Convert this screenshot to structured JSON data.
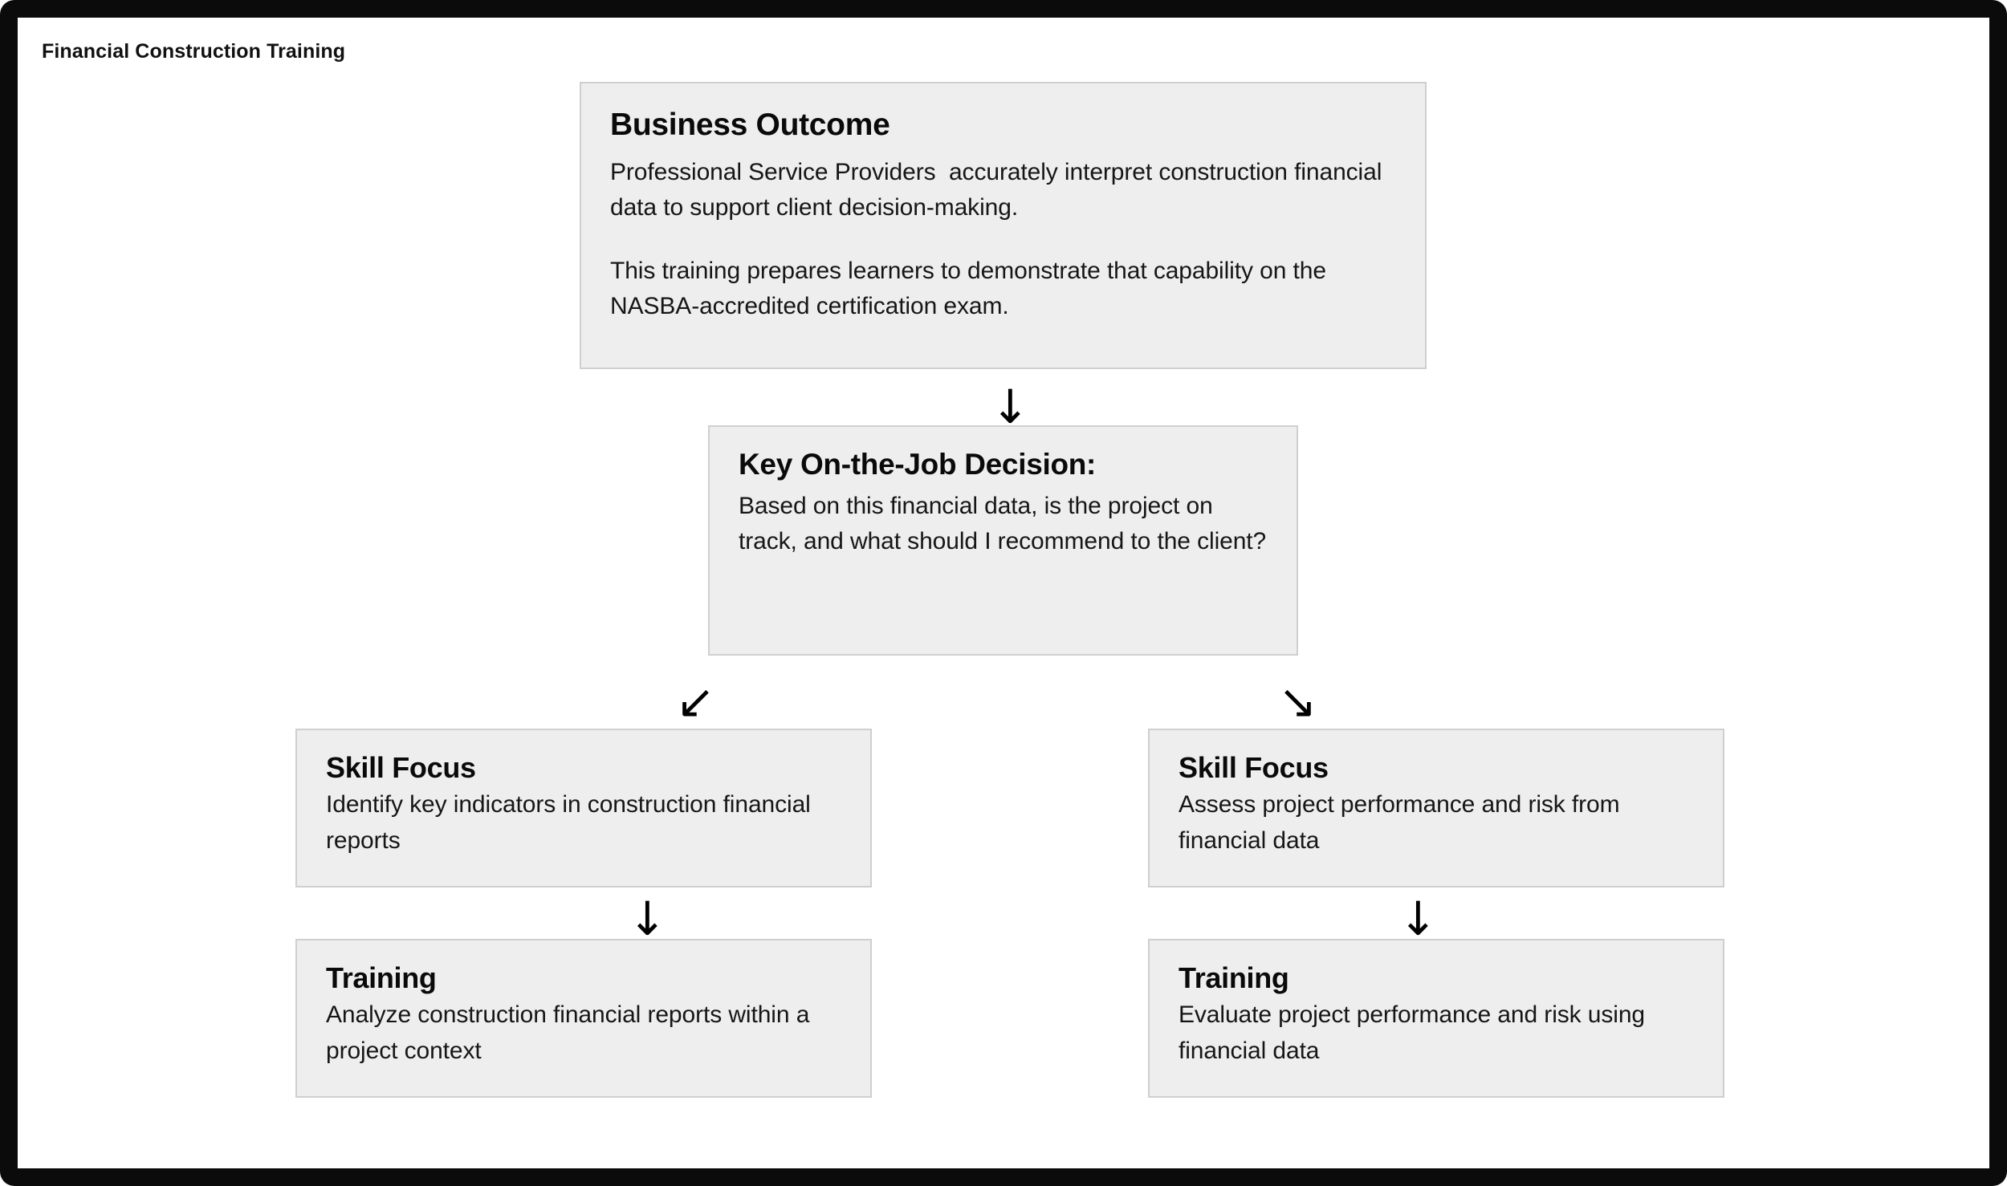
{
  "diagram": {
    "title": "Financial Construction Training",
    "background_color": "#ffffff",
    "frame_color": "#0b0b0b",
    "node_fill_color": "#eeeeee",
    "node_border_color": "#cfcfcf",
    "text_color": "#111111"
  },
  "nodes": {
    "business_outcome": {
      "title": "Business Outcome",
      "paragraph_1": "Professional Service Providers  accurately interpret construction financial data to support client decision-making.",
      "paragraph_2": "This training prepares learners to demonstrate that capability on the NASBA-accredited certification exam."
    },
    "key_decision": {
      "title": "Key On-the-Job Decision:",
      "body": "Based on this financial data, is the project on track, and what should I recommend to the client?"
    },
    "skill_focus_left": {
      "title": "Skill Focus",
      "body": "Identify key indicators in construction financial reports"
    },
    "skill_focus_right": {
      "title": "Skill Focus",
      "body": "Assess project performance and risk from financial data"
    },
    "training_left": {
      "title": "Training",
      "body": "Analyze construction financial reports within a project context"
    },
    "training_right": {
      "title": "Training",
      "body": "Evaluate project performance and risk using financial data"
    }
  },
  "arrows": {
    "outcome_to_decision": "↓",
    "decision_to_left_skill": "↙",
    "decision_to_right_skill": "↘",
    "left_skill_to_training": "↓",
    "right_skill_to_training": "↓"
  }
}
